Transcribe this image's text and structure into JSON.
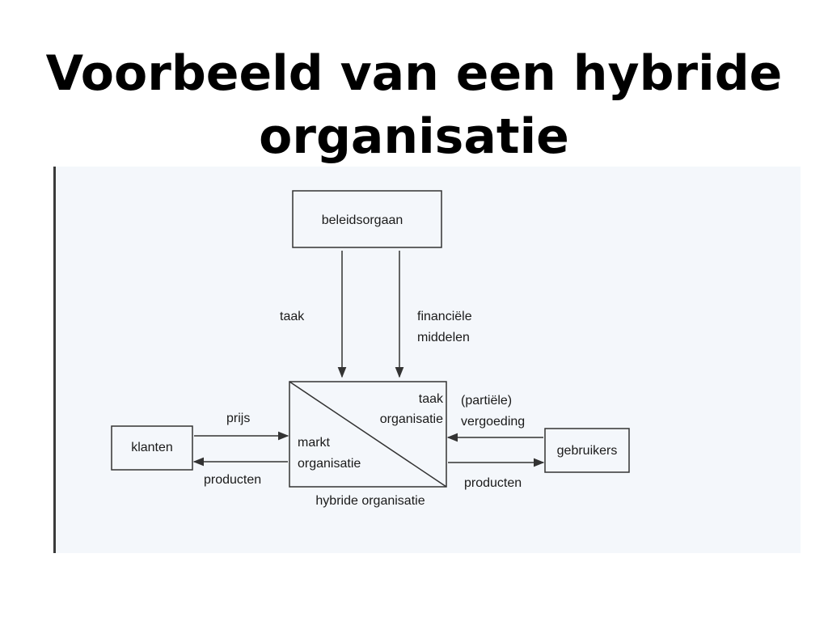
{
  "slide": {
    "title_line1": "Voorbeeld van een hybride",
    "title_line2": "organisatie"
  },
  "diagram": {
    "policy_body": "beleidsorgaan",
    "task_label": "taak",
    "financial_label_line1": "financiële",
    "financial_label_line2": "middelen",
    "task_org_line1": "taak",
    "task_org_line2": "organisatie",
    "market_org_line1": "markt",
    "market_org_line2": "organisatie",
    "hybrid_caption": "hybride organisatie",
    "clients": "klanten",
    "price_label": "prijs",
    "products_left": "producten",
    "users": "gebruikers",
    "compensation_line1": "(partiële)",
    "compensation_line2": "vergoeding",
    "products_right": "producten"
  },
  "colors": {
    "line": "#333333",
    "scan_background": "#f4f7fb"
  }
}
